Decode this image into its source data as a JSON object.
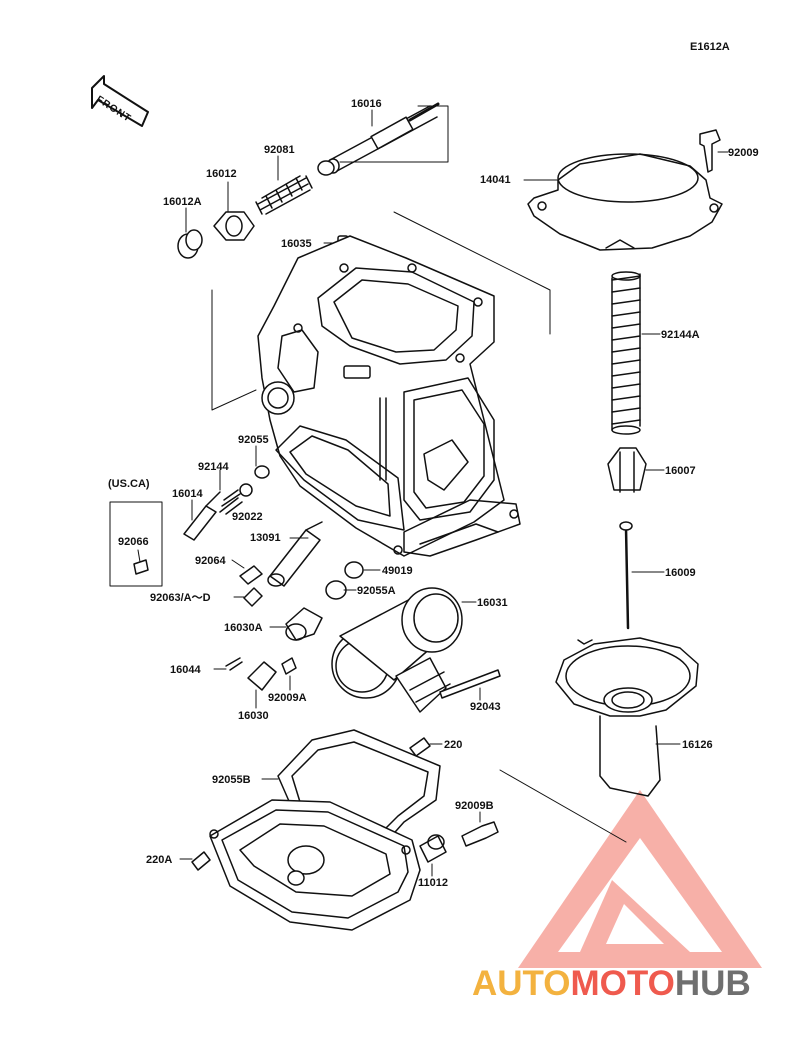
{
  "diagram": {
    "code": "E1612A",
    "front_label": "FRONT",
    "region_label": "(US.CA)",
    "labels": [
      {
        "id": "p16016",
        "text": "16016"
      },
      {
        "id": "p92081",
        "text": "92081"
      },
      {
        "id": "p16012",
        "text": "16012"
      },
      {
        "id": "p16012A",
        "text": "16012A"
      },
      {
        "id": "p16035",
        "text": "16035"
      },
      {
        "id": "p92009",
        "text": "92009"
      },
      {
        "id": "p14041",
        "text": "14041"
      },
      {
        "id": "p92144A",
        "text": "92144A"
      },
      {
        "id": "p16007",
        "text": "16007"
      },
      {
        "id": "p16009",
        "text": "16009"
      },
      {
        "id": "p16126",
        "text": "16126"
      },
      {
        "id": "p92055",
        "text": "92055"
      },
      {
        "id": "p92144",
        "text": "92144"
      },
      {
        "id": "p16014",
        "text": "16014"
      },
      {
        "id": "p92022",
        "text": "92022"
      },
      {
        "id": "p92066",
        "text": "92066"
      },
      {
        "id": "p13091",
        "text": "13091"
      },
      {
        "id": "p92064",
        "text": "92064"
      },
      {
        "id": "p49019",
        "text": "49019"
      },
      {
        "id": "p92063",
        "text": "92063/A～D"
      },
      {
        "id": "p92055A",
        "text": "92055A"
      },
      {
        "id": "p16031",
        "text": "16031"
      },
      {
        "id": "p16030A",
        "text": "16030A"
      },
      {
        "id": "p16044",
        "text": "16044"
      },
      {
        "id": "p92009A",
        "text": "92009A"
      },
      {
        "id": "p16030",
        "text": "16030"
      },
      {
        "id": "p92043",
        "text": "92043"
      },
      {
        "id": "p220",
        "text": "220"
      },
      {
        "id": "p92055B",
        "text": "92055B"
      },
      {
        "id": "p92009B",
        "text": "92009B"
      },
      {
        "id": "p220A",
        "text": "220A"
      },
      {
        "id": "p11012",
        "text": "11012"
      }
    ]
  },
  "watermark": {
    "part1": "AUTO",
    "part2": "MOTO",
    "part3": "HUB",
    "colors": {
      "part1": "#f3b23f",
      "part2": "#ef5a4e",
      "part3": "#6f6f6f",
      "triangle": "#ef5a4e"
    }
  }
}
